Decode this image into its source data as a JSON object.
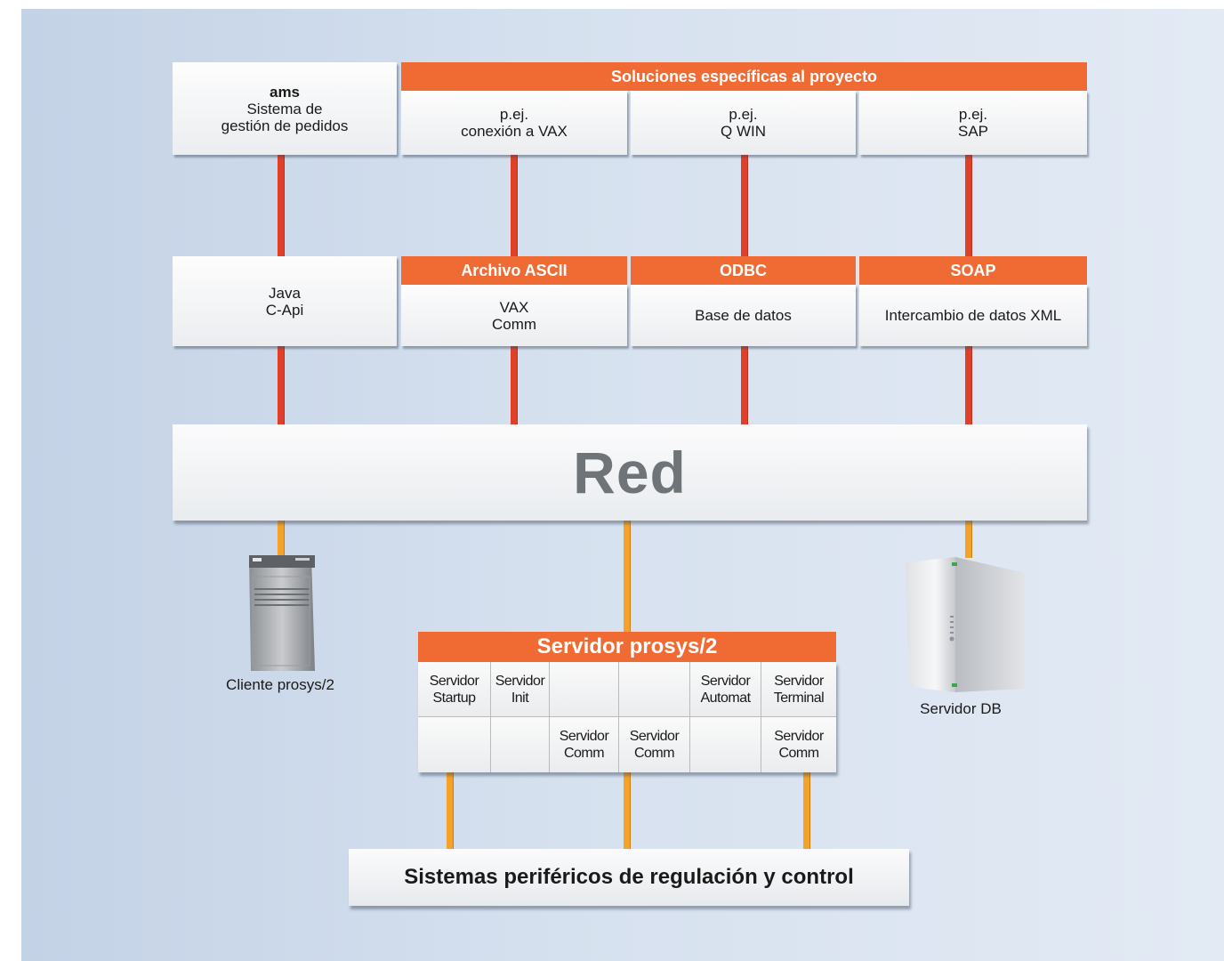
{
  "top_row": {
    "ams": {
      "title": "ams",
      "line1": "Sistema de",
      "line2": "gestión de pedidos"
    },
    "header": "Soluciones específicas al proyecto",
    "items": [
      {
        "line1": "p.ej.",
        "line2": "conexión a VAX"
      },
      {
        "line1": "p.ej.",
        "line2": "Q WIN"
      },
      {
        "line1": "p.ej.",
        "line2": "SAP"
      }
    ]
  },
  "middle_row": {
    "java": {
      "line1": "Java",
      "line2": "C-Api"
    },
    "ascii": {
      "header": "Archivo ASCII",
      "line1": "VAX",
      "line2": "Comm"
    },
    "odbc": {
      "header": "ODBC",
      "text": "Base de datos"
    },
    "soap": {
      "header": "SOAP",
      "text": "Intercambio de datos XML"
    }
  },
  "network": {
    "label": "Red"
  },
  "client": {
    "label": "Cliente prosys/2"
  },
  "db_server": {
    "label": "Servidor DB"
  },
  "prosys_server": {
    "title": "Servidor prosys/2",
    "row1": [
      {
        "line1": "Servidor",
        "line2": "Startup"
      },
      {
        "line1": "Servidor",
        "line2": "Init"
      },
      {
        "line1": "",
        "line2": ""
      },
      {
        "line1": "",
        "line2": ""
      },
      {
        "line1": "Servidor",
        "line2": "Automat"
      },
      {
        "line1": "Servidor",
        "line2": "Terminal"
      }
    ],
    "row2": [
      {
        "line1": "",
        "line2": ""
      },
      {
        "line1": "",
        "line2": ""
      },
      {
        "line1": "Servidor",
        "line2": "Comm"
      },
      {
        "line1": "Servidor",
        "line2": "Comm"
      },
      {
        "line1": "",
        "line2": ""
      },
      {
        "line1": "Servidor",
        "line2": "Comm"
      }
    ]
  },
  "peripheral": {
    "label": "Sistemas periféricos de regulación y control"
  },
  "colors": {
    "accent": "#ef6b33",
    "red_line": "#e0402a",
    "orange_line": "#f4a328"
  }
}
